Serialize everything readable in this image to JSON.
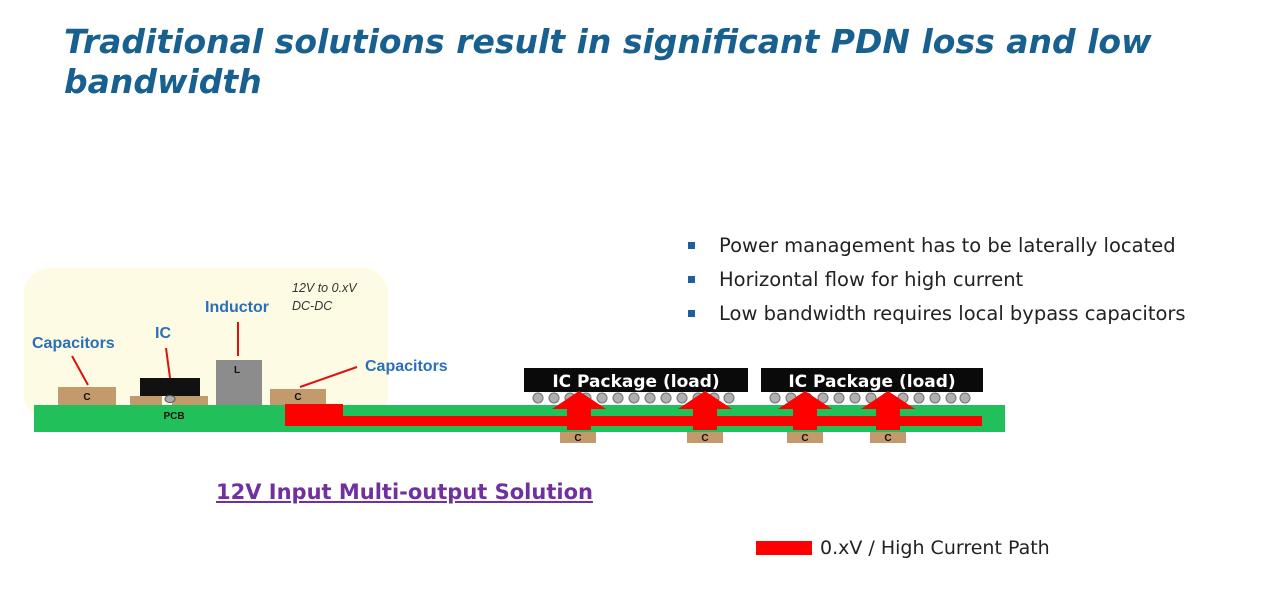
{
  "slide": {
    "title": "Traditional solutions result in significant PDN loss and low bandwidth",
    "bullets": [
      "Power management has to be laterally located",
      "Horizontal flow for high current",
      "Low bandwidth requires local bypass capacitors"
    ],
    "caption": "12V Input Multi-output Solution",
    "legend_label": "0.xV / High Current Path"
  },
  "diagram": {
    "labels": {
      "capacitors_left": "Capacitors",
      "ic": "IC",
      "inductor": "Inductor",
      "dcdc_line1": "12V to 0.xV",
      "dcdc_line2": "DC-DC",
      "capacitors_right": "Capacitors",
      "pcb": "PCB",
      "cap_letter": "C",
      "inductor_letter": "L",
      "package_1": "IC Package (load)",
      "package_2": "IC Package (load)"
    }
  },
  "colors": {
    "title": "#17608f",
    "pcb_green": "#22c05a",
    "current_path_red": "#ff0000",
    "capacitor_tan": "#c39a6b",
    "inductor_gray": "#8c8c8c",
    "label_blue": "#2a6fba",
    "caption_purple": "#7030a0",
    "bullet_blue": "#1f5fa0",
    "vrm_zone": "#fdfbe3"
  }
}
